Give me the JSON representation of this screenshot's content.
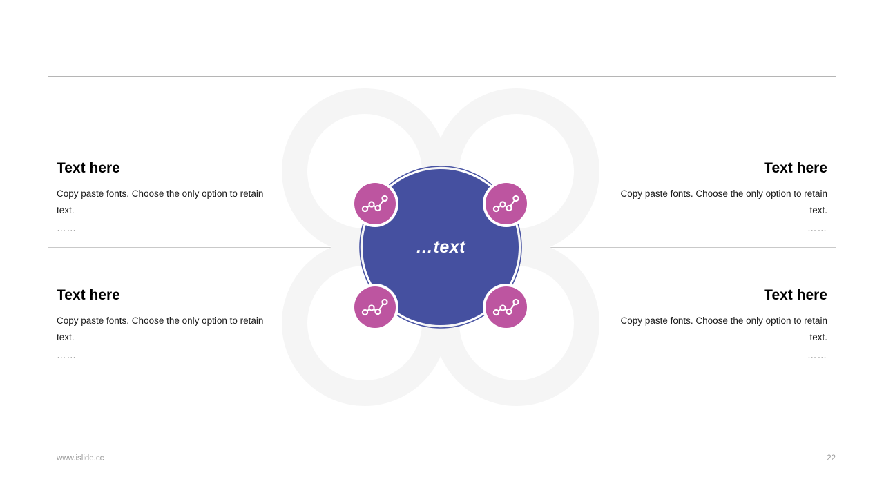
{
  "slide": {
    "page_number": "22",
    "url": "www.islide.cc",
    "colors": {
      "hub_fill": "#4550a0",
      "hub_stroke": "#4954a3",
      "node_fill": "#bd55a0",
      "petal_fill": "#f5f5f5",
      "rule": "#b5b5b5",
      "heading_text": "#000000",
      "body_text": "#1a1a1a",
      "footer_text": "#9b9b9b"
    }
  },
  "hub": {
    "label": "…text"
  },
  "nodes": [
    {
      "id": "node-top-left",
      "icon": "line-chart-icon"
    },
    {
      "id": "node-top-right",
      "icon": "line-chart-icon"
    },
    {
      "id": "node-bottom-left",
      "icon": "line-chart-icon"
    },
    {
      "id": "node-bottom-right",
      "icon": "line-chart-icon"
    }
  ],
  "blocks": {
    "top_left": {
      "heading": "Text here",
      "body": "Copy paste fonts. Choose the only option to retain text.",
      "dots": "……"
    },
    "bottom_left": {
      "heading": "Text here",
      "body": "Copy paste fonts. Choose the only option to retain text.",
      "dots": "……"
    },
    "top_right": {
      "heading": "Text here",
      "body": "Copy paste fonts. Choose the only option to retain text.",
      "dots": "……"
    },
    "bottom_right": {
      "heading": "Text here",
      "body": "Copy paste fonts. Choose the only option to retain text.",
      "dots": "……"
    }
  }
}
